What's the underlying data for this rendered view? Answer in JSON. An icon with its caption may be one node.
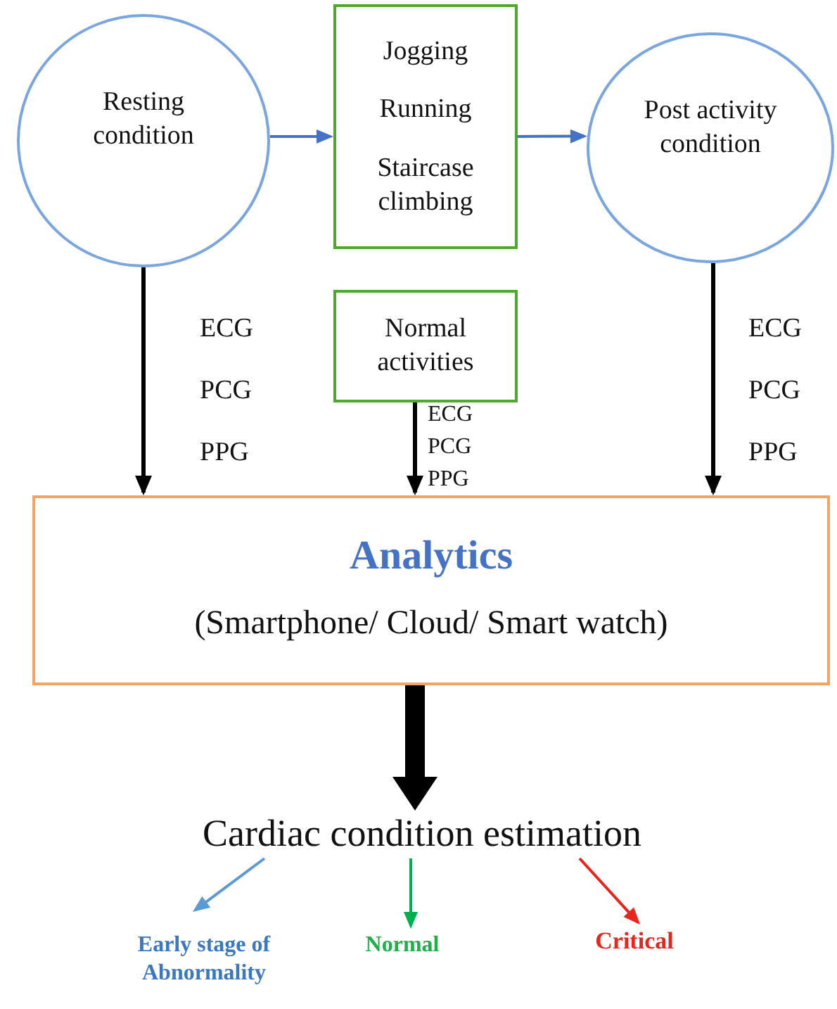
{
  "diagram": {
    "nodes": [
      {
        "text": [
          "Resting condition"
        ]
      },
      {
        "text": [
          "Jogging",
          "Running",
          "Staircase climbing"
        ]
      },
      {
        "text": [
          "Post activity condition"
        ]
      },
      {
        "text": [
          "Normal activities"
        ]
      },
      {
        "text": [
          "Analytics",
          "(Smartphone/ Cloud/ Smart watch)"
        ]
      },
      {
        "text": [
          "Cardiac condition estimation"
        ]
      },
      {
        "text": [
          "Early stage of Abnormality"
        ]
      },
      {
        "text": [
          "Normal"
        ]
      },
      {
        "text": [
          "Critical"
        ]
      }
    ],
    "edges": [
      {
        "from": 0,
        "to": 1,
        "arrow": "to",
        "color": "#4472c4"
      },
      {
        "from": 1,
        "to": 2,
        "arrow": "to",
        "color": "#4472c4"
      },
      {
        "from": 0,
        "to": 4,
        "arrow": "to"
      },
      {
        "from": 3,
        "to": 4,
        "arrow": "to"
      },
      {
        "from": 2,
        "to": 4,
        "arrow": "to"
      },
      {
        "from": 4,
        "to": 5,
        "arrow": "to",
        "style": "thick"
      },
      {
        "from": 5,
        "to": 6,
        "arrow": "to",
        "color": "#5b9bd5"
      },
      {
        "from": 5,
        "to": 7,
        "arrow": "to",
        "color": "#00b050"
      },
      {
        "from": 5,
        "to": 8,
        "arrow": "to",
        "color": "#e8251c"
      }
    ],
    "labels": [
      "ECG",
      "PCG",
      "PPG",
      "ECG",
      "PCG",
      "PPG",
      "ECG",
      "PCG",
      "PPG"
    ]
  }
}
